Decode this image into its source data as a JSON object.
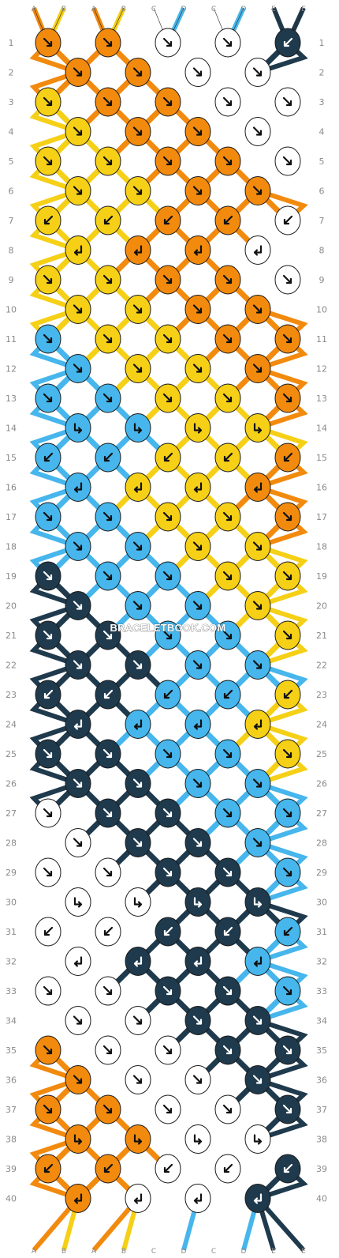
{
  "watermark": "BRACELETBOOK.COM",
  "colors": {
    "A": "#f28a0e",
    "B": "#f5d016",
    "C": "#ffffff",
    "D": "#46b6ec",
    "E": "#1f3a4d"
  },
  "strings": {
    "top_labels": [
      "A",
      "B",
      "A",
      "B",
      "C",
      "D",
      "C",
      "D",
      "E",
      "E"
    ],
    "bottom_labels": [
      "A",
      "B",
      "A",
      "B",
      "C",
      "D",
      "C",
      "D",
      "E",
      "E"
    ]
  },
  "rows": [
    {
      "num": "1",
      "knots": [
        {
          "color": "A",
          "dir": "SE"
        },
        {
          "color": "A",
          "dir": "SE"
        },
        {
          "color": "C",
          "dir": "SE"
        },
        {
          "color": "C",
          "dir": "SE"
        },
        {
          "color": "E",
          "dir": "SW"
        }
      ]
    },
    {
      "num": "2",
      "knots": [
        {
          "color": "A",
          "dir": "SE"
        },
        {
          "color": "A",
          "dir": "SE"
        },
        {
          "color": "C",
          "dir": "SE"
        },
        {
          "color": "C",
          "dir": "SE"
        }
      ]
    },
    {
      "num": "3",
      "knots": [
        {
          "color": "B",
          "dir": "SE"
        },
        {
          "color": "A",
          "dir": "SE"
        },
        {
          "color": "A",
          "dir": "SE"
        },
        {
          "color": "C",
          "dir": "SE"
        },
        {
          "color": "C",
          "dir": "SE"
        }
      ]
    },
    {
      "num": "4",
      "knots": [
        {
          "color": "B",
          "dir": "SE"
        },
        {
          "color": "A",
          "dir": "SE"
        },
        {
          "color": "A",
          "dir": "SE"
        },
        {
          "color": "C",
          "dir": "SE"
        }
      ]
    },
    {
      "num": "5",
      "knots": [
        {
          "color": "B",
          "dir": "SE"
        },
        {
          "color": "B",
          "dir": "SE"
        },
        {
          "color": "A",
          "dir": "SE"
        },
        {
          "color": "A",
          "dir": "SE"
        },
        {
          "color": "C",
          "dir": "SE"
        }
      ]
    },
    {
      "num": "6",
      "knots": [
        {
          "color": "B",
          "dir": "SE"
        },
        {
          "color": "B",
          "dir": "SE"
        },
        {
          "color": "A",
          "dir": "SE"
        },
        {
          "color": "A",
          "dir": "SE"
        }
      ]
    },
    {
      "num": "7",
      "knots": [
        {
          "color": "B",
          "dir": "SW"
        },
        {
          "color": "B",
          "dir": "SW"
        },
        {
          "color": "A",
          "dir": "SW"
        },
        {
          "color": "A",
          "dir": "SW"
        },
        {
          "color": "C",
          "dir": "SW"
        }
      ]
    },
    {
      "num": "8",
      "knots": [
        {
          "color": "B",
          "dir": "SW-CORNER"
        },
        {
          "color": "A",
          "dir": "SW-CORNER"
        },
        {
          "color": "A",
          "dir": "SW-CORNER"
        },
        {
          "color": "C",
          "dir": "SW-CORNER"
        }
      ]
    },
    {
      "num": "9",
      "knots": [
        {
          "color": "B",
          "dir": "SE"
        },
        {
          "color": "B",
          "dir": "SE"
        },
        {
          "color": "A",
          "dir": "SE"
        },
        {
          "color": "A",
          "dir": "SE"
        },
        {
          "color": "C",
          "dir": "SE"
        }
      ]
    },
    {
      "num": "10",
      "knots": [
        {
          "color": "B",
          "dir": "SE"
        },
        {
          "color": "B",
          "dir": "SE"
        },
        {
          "color": "A",
          "dir": "SE"
        },
        {
          "color": "A",
          "dir": "SE"
        }
      ]
    },
    {
      "num": "11",
      "knots": [
        {
          "color": "D",
          "dir": "SE"
        },
        {
          "color": "B",
          "dir": "SE"
        },
        {
          "color": "B",
          "dir": "SE"
        },
        {
          "color": "A",
          "dir": "SE"
        },
        {
          "color": "A",
          "dir": "SE"
        }
      ]
    },
    {
      "num": "12",
      "knots": [
        {
          "color": "D",
          "dir": "SE"
        },
        {
          "color": "B",
          "dir": "SE"
        },
        {
          "color": "B",
          "dir": "SE"
        },
        {
          "color": "A",
          "dir": "SE"
        }
      ]
    },
    {
      "num": "13",
      "knots": [
        {
          "color": "D",
          "dir": "SE"
        },
        {
          "color": "D",
          "dir": "SE"
        },
        {
          "color": "B",
          "dir": "SE"
        },
        {
          "color": "B",
          "dir": "SE"
        },
        {
          "color": "A",
          "dir": "SE"
        }
      ]
    },
    {
      "num": "14",
      "knots": [
        {
          "color": "D",
          "dir": "SE-CORNER"
        },
        {
          "color": "D",
          "dir": "SE-CORNER"
        },
        {
          "color": "B",
          "dir": "SE-CORNER"
        },
        {
          "color": "B",
          "dir": "SE-CORNER"
        }
      ]
    },
    {
      "num": "15",
      "knots": [
        {
          "color": "D",
          "dir": "SW"
        },
        {
          "color": "D",
          "dir": "SW"
        },
        {
          "color": "B",
          "dir": "SW"
        },
        {
          "color": "B",
          "dir": "SW"
        },
        {
          "color": "A",
          "dir": "SW"
        }
      ]
    },
    {
      "num": "16",
      "knots": [
        {
          "color": "D",
          "dir": "SW-CORNER"
        },
        {
          "color": "B",
          "dir": "SW-CORNER"
        },
        {
          "color": "B",
          "dir": "SW-CORNER"
        },
        {
          "color": "A",
          "dir": "SW-CORNER"
        }
      ]
    },
    {
      "num": "17",
      "knots": [
        {
          "color": "D",
          "dir": "SE"
        },
        {
          "color": "D",
          "dir": "SE"
        },
        {
          "color": "B",
          "dir": "SE"
        },
        {
          "color": "B",
          "dir": "SE"
        },
        {
          "color": "A",
          "dir": "SE"
        }
      ]
    },
    {
      "num": "18",
      "knots": [
        {
          "color": "D",
          "dir": "SE"
        },
        {
          "color": "D",
          "dir": "SE"
        },
        {
          "color": "B",
          "dir": "SE"
        },
        {
          "color": "B",
          "dir": "SE"
        }
      ]
    },
    {
      "num": "19",
      "knots": [
        {
          "color": "E",
          "dir": "SE"
        },
        {
          "color": "D",
          "dir": "SE"
        },
        {
          "color": "D",
          "dir": "SE"
        },
        {
          "color": "B",
          "dir": "SE"
        },
        {
          "color": "B",
          "dir": "SE"
        }
      ]
    },
    {
      "num": "20",
      "knots": [
        {
          "color": "E",
          "dir": "SE"
        },
        {
          "color": "D",
          "dir": "SE"
        },
        {
          "color": "D",
          "dir": "SE"
        },
        {
          "color": "B",
          "dir": "SE"
        }
      ]
    },
    {
      "num": "21",
      "knots": [
        {
          "color": "E",
          "dir": "SE"
        },
        {
          "color": "E",
          "dir": "SE"
        },
        {
          "color": "D",
          "dir": "SE"
        },
        {
          "color": "D",
          "dir": "SE"
        },
        {
          "color": "B",
          "dir": "SE"
        }
      ]
    },
    {
      "num": "22",
      "knots": [
        {
          "color": "E",
          "dir": "SE"
        },
        {
          "color": "E",
          "dir": "SE"
        },
        {
          "color": "D",
          "dir": "SE"
        },
        {
          "color": "D",
          "dir": "SE"
        }
      ]
    },
    {
      "num": "23",
      "knots": [
        {
          "color": "E",
          "dir": "SW"
        },
        {
          "color": "E",
          "dir": "SW"
        },
        {
          "color": "D",
          "dir": "SW"
        },
        {
          "color": "D",
          "dir": "SW"
        },
        {
          "color": "B",
          "dir": "SW"
        }
      ]
    },
    {
      "num": "24",
      "knots": [
        {
          "color": "E",
          "dir": "SW-CORNER"
        },
        {
          "color": "D",
          "dir": "SW-CORNER"
        },
        {
          "color": "D",
          "dir": "SW-CORNER"
        },
        {
          "color": "B",
          "dir": "SW-CORNER"
        }
      ]
    },
    {
      "num": "25",
      "knots": [
        {
          "color": "E",
          "dir": "SE"
        },
        {
          "color": "E",
          "dir": "SE"
        },
        {
          "color": "D",
          "dir": "SE"
        },
        {
          "color": "D",
          "dir": "SE"
        },
        {
          "color": "B",
          "dir": "SE"
        }
      ]
    },
    {
      "num": "26",
      "knots": [
        {
          "color": "E",
          "dir": "SE"
        },
        {
          "color": "E",
          "dir": "SE"
        },
        {
          "color": "D",
          "dir": "SE"
        },
        {
          "color": "D",
          "dir": "SE"
        }
      ]
    },
    {
      "num": "27",
      "knots": [
        {
          "color": "C",
          "dir": "SE"
        },
        {
          "color": "E",
          "dir": "SE"
        },
        {
          "color": "E",
          "dir": "SE"
        },
        {
          "color": "D",
          "dir": "SE"
        },
        {
          "color": "D",
          "dir": "SE"
        }
      ]
    },
    {
      "num": "28",
      "knots": [
        {
          "color": "C",
          "dir": "SE"
        },
        {
          "color": "E",
          "dir": "SE"
        },
        {
          "color": "E",
          "dir": "SE"
        },
        {
          "color": "D",
          "dir": "SE"
        }
      ]
    },
    {
      "num": "29",
      "knots": [
        {
          "color": "C",
          "dir": "SE"
        },
        {
          "color": "C",
          "dir": "SE"
        },
        {
          "color": "E",
          "dir": "SE"
        },
        {
          "color": "E",
          "dir": "SE"
        },
        {
          "color": "D",
          "dir": "SE"
        }
      ]
    },
    {
      "num": "30",
      "knots": [
        {
          "color": "C",
          "dir": "SE-CORNER"
        },
        {
          "color": "C",
          "dir": "SE-CORNER"
        },
        {
          "color": "E",
          "dir": "SE-CORNER"
        },
        {
          "color": "E",
          "dir": "SE-CORNER"
        }
      ]
    },
    {
      "num": "31",
      "knots": [
        {
          "color": "C",
          "dir": "SW"
        },
        {
          "color": "C",
          "dir": "SW"
        },
        {
          "color": "E",
          "dir": "SW"
        },
        {
          "color": "E",
          "dir": "SW"
        },
        {
          "color": "D",
          "dir": "SW"
        }
      ]
    },
    {
      "num": "32",
      "knots": [
        {
          "color": "C",
          "dir": "SW-CORNER"
        },
        {
          "color": "E",
          "dir": "SW-CORNER"
        },
        {
          "color": "E",
          "dir": "SW-CORNER"
        },
        {
          "color": "D",
          "dir": "SW-CORNER"
        }
      ]
    },
    {
      "num": "33",
      "knots": [
        {
          "color": "C",
          "dir": "SE"
        },
        {
          "color": "C",
          "dir": "SE"
        },
        {
          "color": "E",
          "dir": "SE"
        },
        {
          "color": "E",
          "dir": "SE"
        },
        {
          "color": "D",
          "dir": "SE"
        }
      ]
    },
    {
      "num": "34",
      "knots": [
        {
          "color": "C",
          "dir": "SE"
        },
        {
          "color": "C",
          "dir": "SE"
        },
        {
          "color": "E",
          "dir": "SE"
        },
        {
          "color": "E",
          "dir": "SE"
        }
      ]
    },
    {
      "num": "35",
      "knots": [
        {
          "color": "A",
          "dir": "SE"
        },
        {
          "color": "C",
          "dir": "SE"
        },
        {
          "color": "C",
          "dir": "SE"
        },
        {
          "color": "E",
          "dir": "SE"
        },
        {
          "color": "E",
          "dir": "SE"
        }
      ]
    },
    {
      "num": "36",
      "knots": [
        {
          "color": "A",
          "dir": "SE"
        },
        {
          "color": "C",
          "dir": "SE"
        },
        {
          "color": "C",
          "dir": "SE"
        },
        {
          "color": "E",
          "dir": "SE"
        }
      ]
    },
    {
      "num": "37",
      "knots": [
        {
          "color": "A",
          "dir": "SE"
        },
        {
          "color": "A",
          "dir": "SE"
        },
        {
          "color": "C",
          "dir": "SE"
        },
        {
          "color": "C",
          "dir": "SE"
        },
        {
          "color": "E",
          "dir": "SE"
        }
      ]
    },
    {
      "num": "38",
      "knots": [
        {
          "color": "A",
          "dir": "SE-CORNER"
        },
        {
          "color": "A",
          "dir": "SE-CORNER"
        },
        {
          "color": "C",
          "dir": "SE-CORNER"
        },
        {
          "color": "C",
          "dir": "SE-CORNER"
        }
      ]
    },
    {
      "num": "39",
      "knots": [
        {
          "color": "A",
          "dir": "SW"
        },
        {
          "color": "A",
          "dir": "SW"
        },
        {
          "color": "C",
          "dir": "SW"
        },
        {
          "color": "C",
          "dir": "SW"
        },
        {
          "color": "E",
          "dir": "SW"
        }
      ]
    },
    {
      "num": "40",
      "knots": [
        {
          "color": "A",
          "dir": "SW-CORNER"
        },
        {
          "color": "C",
          "dir": "SW-CORNER"
        },
        {
          "color": "C",
          "dir": "SW-CORNER"
        },
        {
          "color": "E",
          "dir": "SW-CORNER"
        }
      ]
    }
  ]
}
